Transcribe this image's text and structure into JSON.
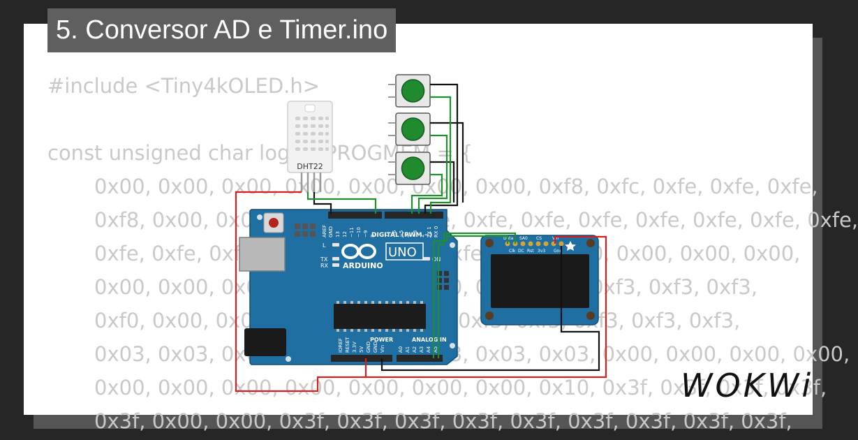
{
  "title": "5. Conversor AD e Timer.ino",
  "code_lines": [
    "#include <Tiny4kOLED.h>",
    "",
    "const unsigned char logo[] PROGMEM = {",
    "0x00, 0x00, 0x00, 0x00, 0x00, 0x00, 0x00, 0xf8, 0xfc, 0xfe, 0xfe, 0xfe,",
    "0xf8, 0x00, 0x00, 0x00, 0x00, 0xfe, 0xfe, 0xfe, 0xfe, 0xfe, 0xfe, 0xfe, 0xfe,",
    "0xfe, 0xfe, 0xfe, 0xfe, 0xfe, 0xfe, 0xfe, 0xfe, 0x00, 0x00, 0x00, 0x00,",
    "0x00, 0x00, 0x00, 0x00, 0x00, 0x00, 0xf1, 0xf1, 0xf3, 0xf3, 0xf3,",
    "0xf0, 0x00, 0x00, 0x00, 0xf3, 0xf3, 0xf3, 0xf3, 0xf3, 0xf3, 0xf3,",
    "0x03, 0x03, 0x03, 0x03, 0x03, 0x03, 0x03, 0x03, 0x00, 0x00, 0x00, 0x00,",
    "0x00, 0x00, 0x00, 0x00, 0x00, 0x00, 0x00, 0x10, 0x3f, 0x3f, 0x3f, 0x3f,",
    "0x3f, 0x00, 0x00, 0x3f, 0x3f, 0x3f, 0x3f, 0x3f, 0x3f, 0x3f, 0x3f, 0x3f,"
  ],
  "components": {
    "dht": {
      "label": "DHT22"
    },
    "arduino": {
      "model": "UNO",
      "brand": "ARDUINO",
      "digital_label": "DIGITAL (PWM ~)",
      "power_label": "POWER",
      "analog_label": "ANALOG IN",
      "led_l": "L",
      "led_tx": "TX",
      "led_rx": "RX",
      "on_label": "ON",
      "digital_pins": [
        "AREF",
        "GND",
        "13",
        "12",
        "~11",
        "~10",
        "~9",
        "8",
        "7",
        "~6",
        "~5",
        "4",
        "~3",
        "2",
        "TX 1",
        "RX 0"
      ],
      "power_pins": [
        "IOREF",
        "RESET",
        "3.3V",
        "5V",
        "GND",
        "GND",
        "Vin"
      ],
      "analog_pins": [
        "A0",
        "A1",
        "A2",
        "A3",
        "A4",
        "A5"
      ]
    },
    "oled": {
      "pin_labels_top": [
        "Data",
        "SA0",
        "CS",
        "Vin"
      ],
      "pin_labels_bottom": [
        "Clk",
        "DC",
        "Rst",
        "3v3",
        "Gnd"
      ]
    }
  },
  "logo": "WOKWi"
}
